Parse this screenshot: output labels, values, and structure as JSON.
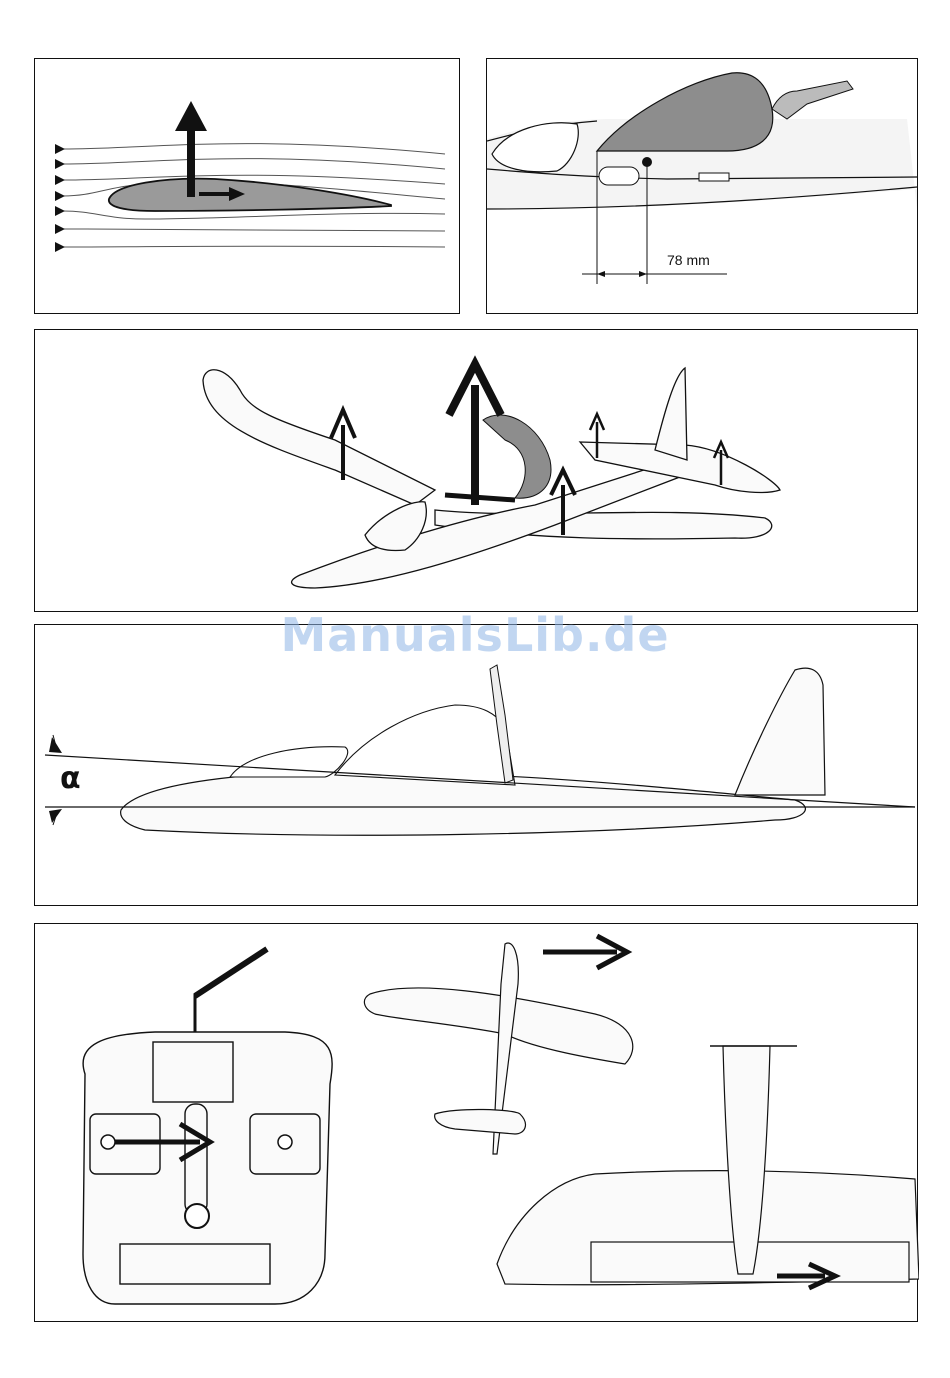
{
  "panel_cg": {
    "dimension_label": "78 mm"
  },
  "panel_incidence": {
    "angle_symbol": "α"
  },
  "watermark": {
    "text": "ManualsLib.de"
  },
  "colors": {
    "ink": "#111111",
    "fill_gray": "#9a9a9a",
    "watermark": "#8fb6e6"
  }
}
